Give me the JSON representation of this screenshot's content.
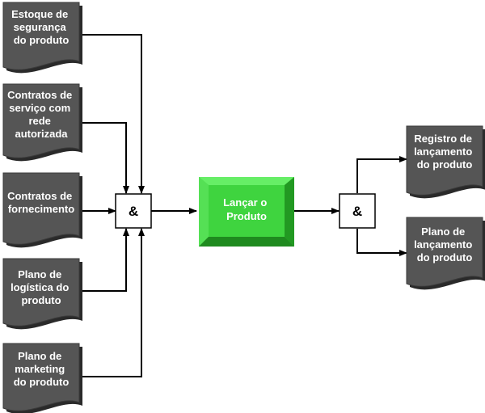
{
  "colors": {
    "document_fill": "#555555",
    "document_edge": "#3a3a3a",
    "document_shadow": "#2a2a2a",
    "process_fill": "#44dd44",
    "process_face": "#33cc33",
    "process_edge": "#229922",
    "connector": "#000000"
  },
  "inputs": [
    {
      "label_lines": [
        "Estoque de",
        "segurança",
        "do produto"
      ]
    },
    {
      "label_lines": [
        "Contratos de",
        "serviço com",
        "rede",
        "autorizada"
      ]
    },
    {
      "label_lines": [
        "Contratos de",
        "fornecimento"
      ]
    },
    {
      "label_lines": [
        "Plano de",
        "logística do",
        "produto"
      ]
    },
    {
      "label_lines": [
        "Plano de",
        "marketing",
        "do produto"
      ]
    }
  ],
  "join_gate": {
    "symbol": "&"
  },
  "process": {
    "label_lines": [
      "Lançar o",
      "Produto"
    ]
  },
  "split_gate": {
    "symbol": "&"
  },
  "outputs": [
    {
      "label_lines": [
        "Registro de",
        "lançamento",
        "do produto"
      ]
    },
    {
      "label_lines": [
        "Plano de",
        "lançamento",
        "do produto"
      ]
    }
  ]
}
